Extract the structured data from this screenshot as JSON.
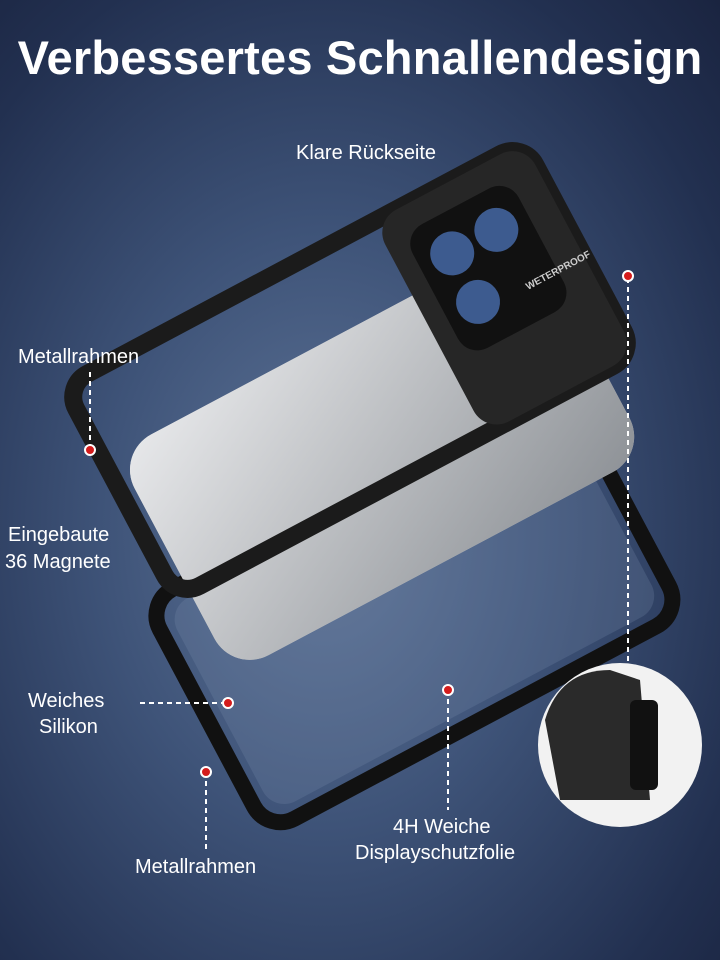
{
  "title": "Verbessertes Schnallendesign",
  "labels": {
    "back": "Klare Rückseite",
    "frame_top": "Metallrahmen",
    "magnets_1": "Eingebaute",
    "magnets_2": "36 Magnete",
    "silicone_1": "Weiches",
    "silicone_2": "Silikon",
    "frame_bottom": "Metallrahmen",
    "film_1": "4H Weiche",
    "film_2": "Displayschutzfolie"
  },
  "case_print": "WETERPROOF",
  "colors": {
    "marker": "#d41c1c",
    "line": "#ffffff"
  }
}
